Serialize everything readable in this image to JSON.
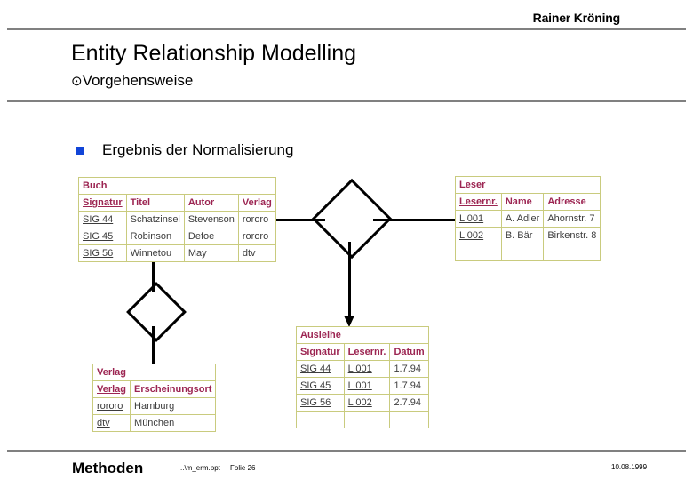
{
  "header": {
    "author": "Rainer Kröning",
    "title": "Entity Relationship Modelling",
    "subtitle_glyph": "⊙",
    "subtitle": "Vorgehensweise"
  },
  "bullet": {
    "marker": "blue-square-bullet",
    "text": "Ergebnis der Normalisierung"
  },
  "tables": {
    "buch": {
      "name": "Buch",
      "columns": [
        "Signatur",
        "Titel",
        "Autor",
        "Verlag"
      ],
      "key_columns": [
        "Signatur"
      ],
      "rows": [
        [
          "SIG 44",
          "Schatzinsel",
          "Stevenson",
          "rororo"
        ],
        [
          "SIG 45",
          "Robinson",
          "Defoe",
          "rororo"
        ],
        [
          "SIG 56",
          "Winnetou",
          "May",
          "dtv"
        ]
      ]
    },
    "leser": {
      "name": "Leser",
      "columns": [
        "Lesernr.",
        "Name",
        "Adresse"
      ],
      "key_columns": [
        "Lesernr."
      ],
      "rows": [
        [
          "L 001",
          "A. Adler",
          "Ahornstr. 7"
        ],
        [
          "L 002",
          "B. Bär",
          "Birkenstr. 8"
        ],
        [
          "",
          "",
          ""
        ]
      ]
    },
    "ausleihe": {
      "name": "Ausleihe",
      "columns": [
        "Signatur",
        "Lesernr.",
        "Datum"
      ],
      "key_columns": [
        "Signatur",
        "Lesernr."
      ],
      "rows": [
        [
          "SIG 44",
          "L 001",
          "1.7.94"
        ],
        [
          "SIG 45",
          "L 001",
          "1.7.94"
        ],
        [
          "SIG 56",
          "L 002",
          "2.7.94"
        ],
        [
          "",
          "",
          ""
        ]
      ]
    },
    "verlag": {
      "name": "Verlag",
      "columns": [
        "Verlag",
        "Erscheinungsort"
      ],
      "key_columns": [
        "Verlag"
      ],
      "rows": [
        [
          "rororo",
          "Hamburg"
        ],
        [
          "dtv",
          "München"
        ]
      ]
    }
  },
  "diagram": {
    "relationship_main": "",
    "relationship_left": ""
  },
  "footer": {
    "label": "Methoden",
    "file": "..\\m_erm.ppt",
    "slide": "Folie 26",
    "date": "10.08.1999"
  },
  "colors": {
    "bullet": "#1145d8",
    "table_border": "#c9cb7e",
    "table_header_text": "#9c2552",
    "rule": "#808080"
  }
}
